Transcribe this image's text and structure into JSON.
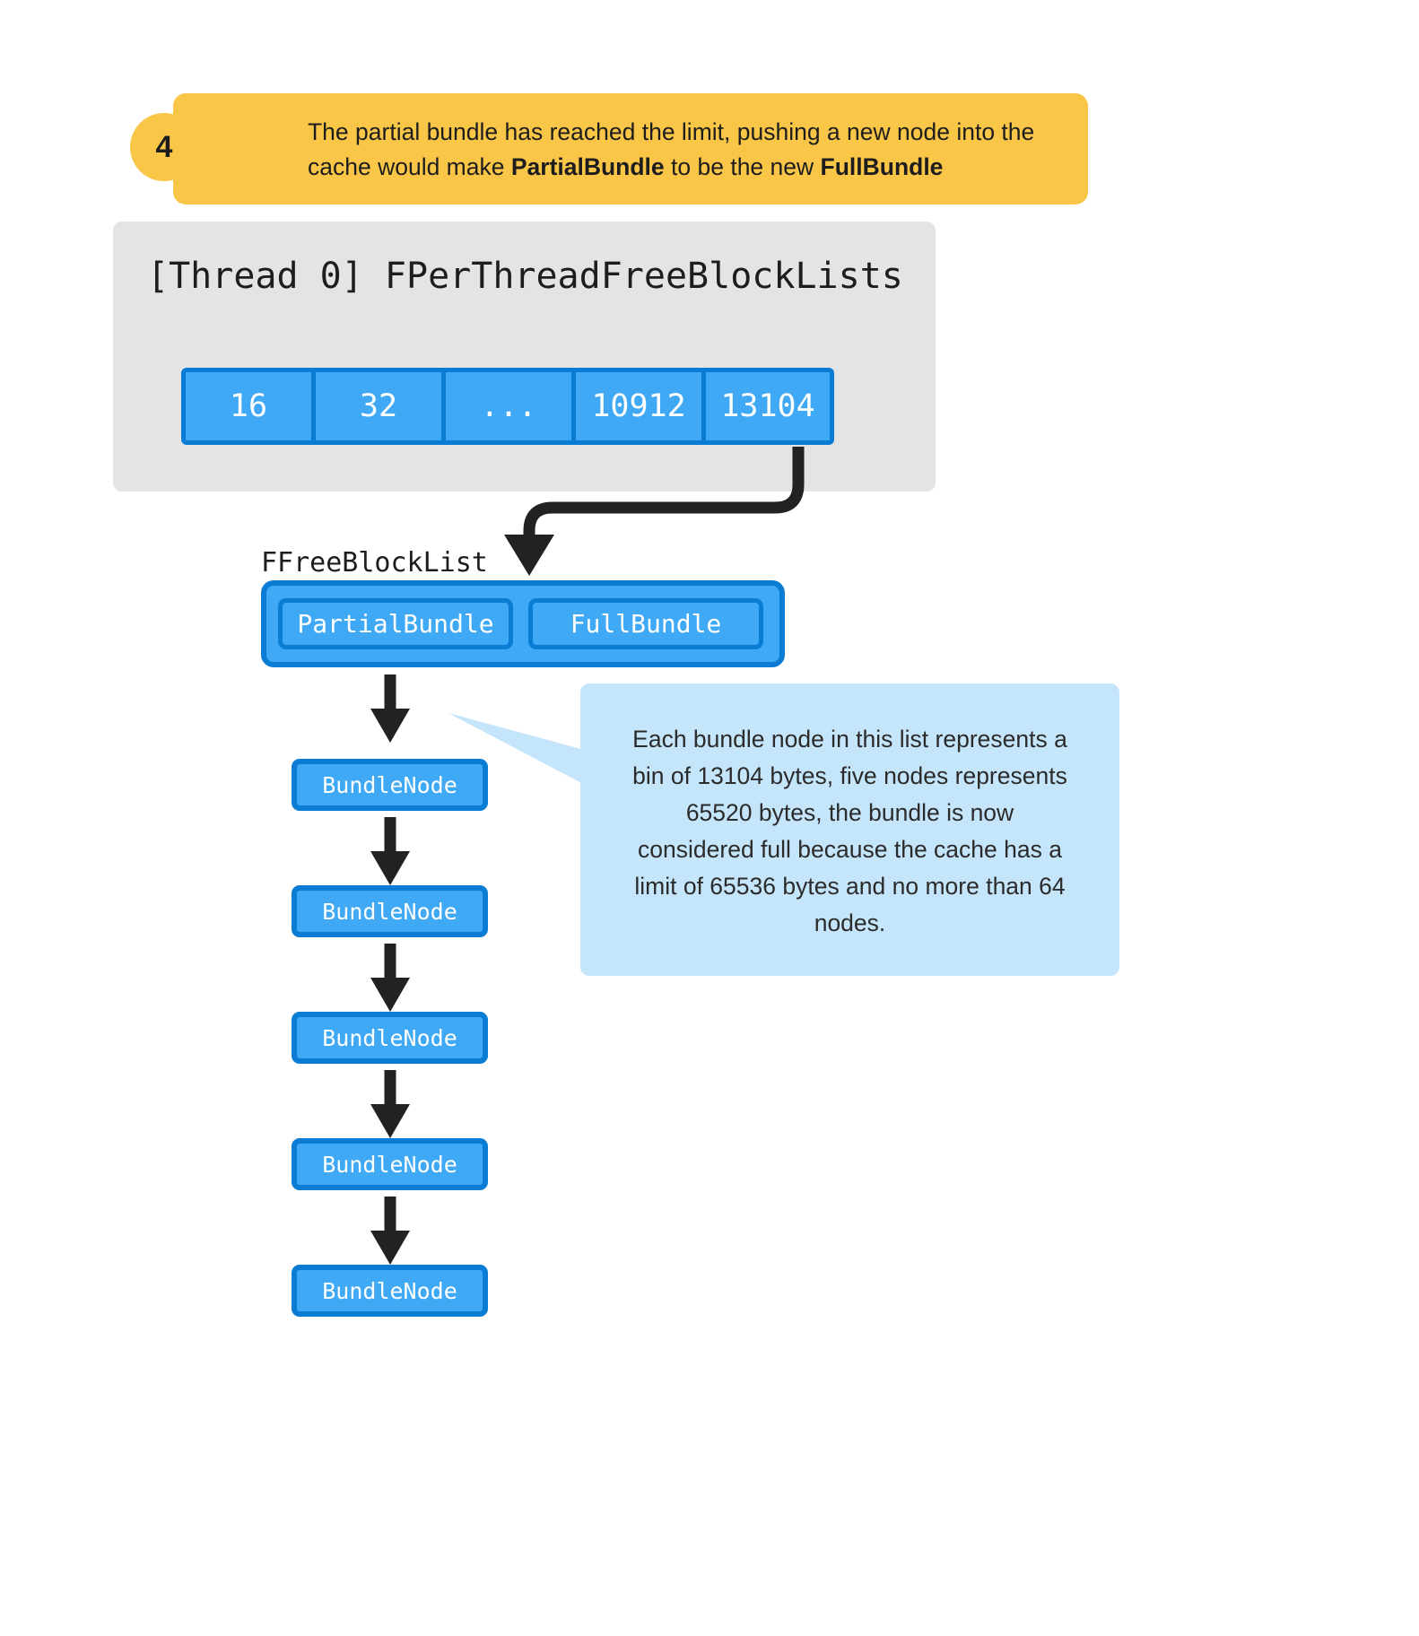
{
  "step_callout": {
    "number": "4",
    "line1": "The partial bundle has reached the limit, pushing a new node into the",
    "line2_pre": "cache would make ",
    "line2_bold1": "PartialBundle",
    "line2_mid": " to be the new ",
    "line2_bold2": "FullBundle"
  },
  "thread_box": {
    "title": "[Thread 0] FPerThreadFreeBlockLists",
    "bins": [
      "16",
      "32",
      "...",
      "10912",
      "13104"
    ]
  },
  "free_block_list": {
    "label": "FFreeBlockList",
    "partial_bundle": "PartialBundle",
    "full_bundle": "FullBundle"
  },
  "bundle_nodes": [
    {
      "label": "BundleNode"
    },
    {
      "label": "BundleNode"
    },
    {
      "label": "BundleNode"
    },
    {
      "label": "BundleNode"
    },
    {
      "label": "BundleNode"
    }
  ],
  "info_callout": {
    "line1": "Each bundle node in this list represents a",
    "line2": "bin of 13104 bytes, five nodes represents",
    "line3": "65520 bytes, the bundle is now",
    "line4": "considered full because the cache has a",
    "line5": "limit of 65536 bytes and no more than 64",
    "line6": "nodes."
  },
  "colors": {
    "accent_blue": "#3fa9f5",
    "accent_blue_border": "#0a7cd4",
    "callout_yellow": "#fac648",
    "callout_blue": "#c5e5fb",
    "container_gray": "#e4e4e4",
    "arrow_black": "#222222"
  }
}
